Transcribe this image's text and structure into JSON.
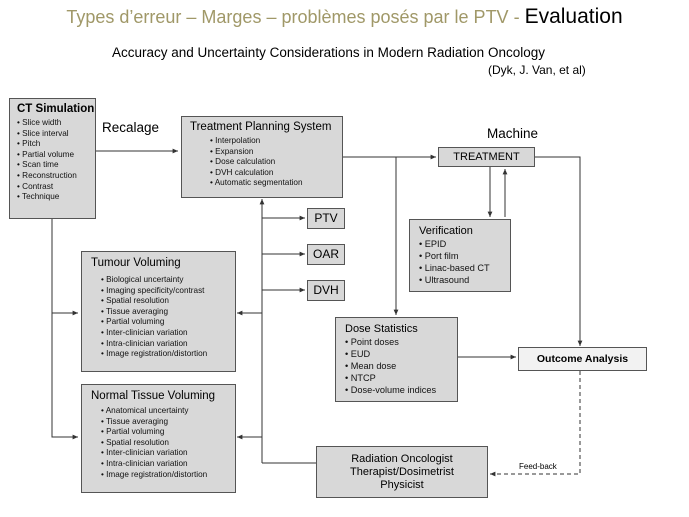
{
  "title": {
    "main": "Types d’erreur – Marges – problèmes posés par le PTV - ",
    "emphasis": "Evaluation"
  },
  "subtitle": "Accuracy and Uncertainty Considerations in Modern Radiation Oncology",
  "citation": "(Dyk, J. Van, et al)",
  "labels": {
    "recalage": "Recalage",
    "machine": "Machine",
    "feedback": "Feed-back"
  },
  "ct_simulation": {
    "title": "CT Simulation",
    "items": [
      "Slice width",
      "Slice interval",
      "Pitch",
      "Partial volume",
      "Scan time",
      "Reconstruction",
      "Contrast",
      "Technique"
    ]
  },
  "tps": {
    "title": "Treatment Planning System",
    "items": [
      "Interpolation",
      "Expansion",
      "Dose calculation",
      "DVH calculation",
      "Automatic segmentation"
    ]
  },
  "treatment": "TREATMENT",
  "ptv": "PTV",
  "oar": "OAR",
  "dvh": "DVH",
  "verification": {
    "title": "Verification",
    "items": [
      "EPID",
      "Port film",
      "Linac-based CT",
      "Ultrasound"
    ]
  },
  "tumour_voluming": {
    "title": "Tumour Voluming",
    "items": [
      "Biological uncertainty",
      "Imaging specificity/contrast",
      "Spatial resolution",
      "Tissue averaging",
      "Partial voluming",
      "Inter-clinician variation",
      "Intra-clinician variation",
      "Image registration/distortion"
    ]
  },
  "dose_statistics": {
    "title": "Dose Statistics",
    "items": [
      "Point doses",
      "EUD",
      "Mean dose",
      "NTCP",
      "Dose-volume indices"
    ]
  },
  "outcome_analysis": "Outcome Analysis",
  "normal_tissue_voluming": {
    "title": "Normal Tissue Voluming",
    "items": [
      "Anatomical uncertainty",
      "Tissue averaging",
      "Partial voluming",
      "Spatial resolution",
      "Inter-clinician variation",
      "Intra-clinician variation",
      "Image registration/distortion"
    ]
  },
  "oncologist": {
    "line1": "Radiation Oncologist",
    "line2": "Therapist/Dosimetrist",
    "line3": "Physicist"
  }
}
